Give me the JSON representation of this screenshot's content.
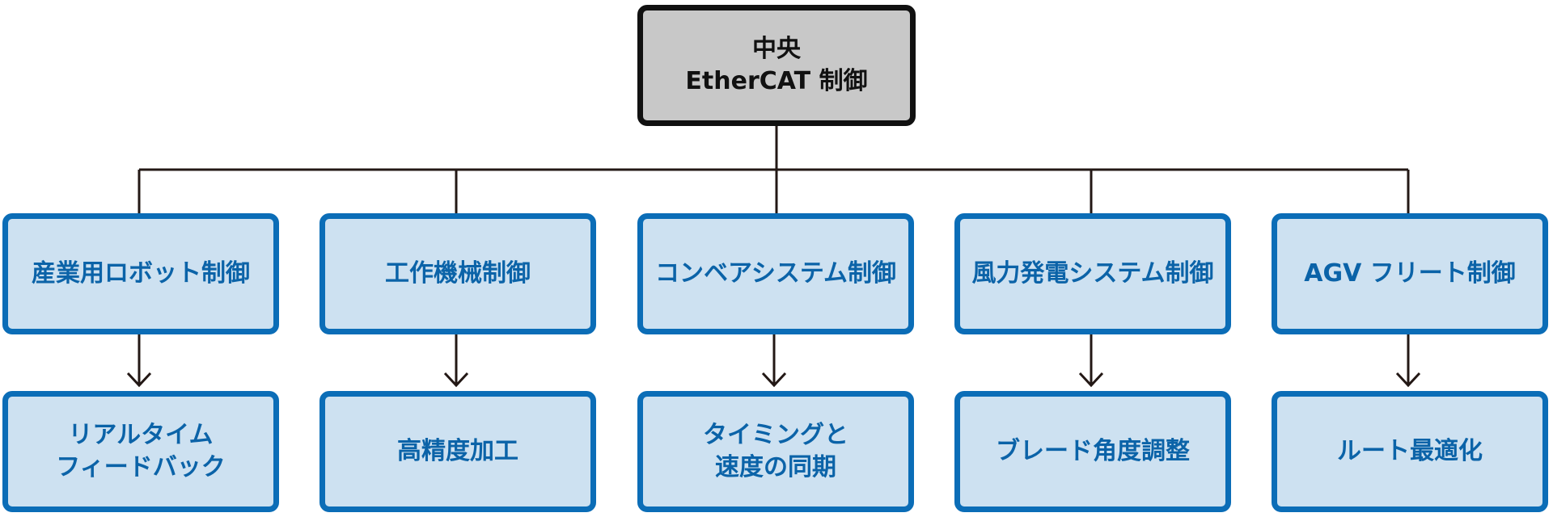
{
  "root": {
    "lines": [
      "中央",
      "EtherCAT 制御"
    ]
  },
  "systems": [
    {
      "label": "産業用ロボット制御"
    },
    {
      "label": "工作機械制御"
    },
    {
      "label": "コンベアシステム制御"
    },
    {
      "label": "風力発電システム制御"
    },
    {
      "label": "AGV フリート制御"
    }
  ],
  "functions": [
    {
      "lines": [
        "リアルタイム",
        "フィードバック"
      ]
    },
    {
      "lines": [
        "高精度加工"
      ]
    },
    {
      "lines": [
        "タイミングと",
        "速度の同期"
      ]
    },
    {
      "lines": [
        "ブレード角度調整"
      ]
    },
    {
      "lines": [
        "ルート最適化"
      ]
    }
  ],
  "colors": {
    "root_fill": "#c8c8c8",
    "root_border": "#111111",
    "node_fill": "#cde1f1",
    "node_border": "#0b6db7",
    "node_text": "#0b63a8",
    "connector": "#231815"
  }
}
